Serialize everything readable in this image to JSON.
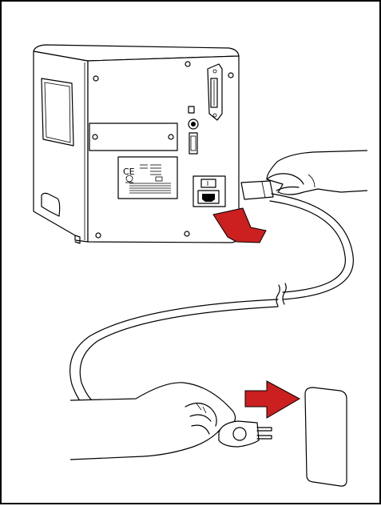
{
  "figure": {
    "ce_mark": "CE",
    "arrow_color": "#cc1f1f",
    "icons": [
      "printer-rear-view",
      "power-socket",
      "power-cord",
      "hand-holding-plug",
      "wall-outlet",
      "insert-arrow"
    ]
  }
}
